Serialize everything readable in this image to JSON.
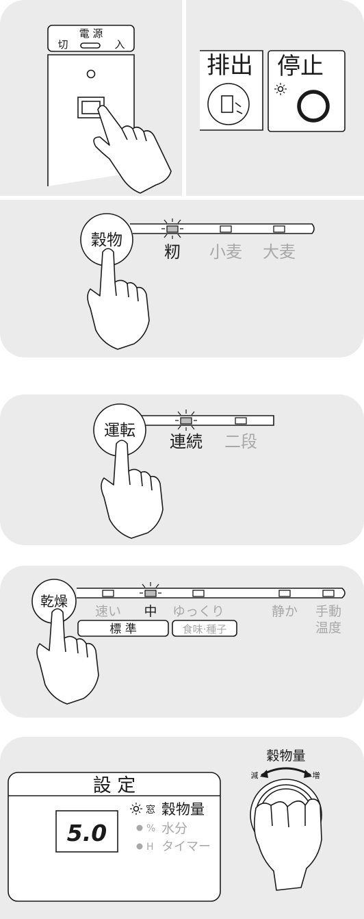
{
  "power": {
    "label_top": "電  源",
    "off_label": "切",
    "on_label": "入"
  },
  "control_buttons": {
    "discharge_label": "排出",
    "stop_label": "停止"
  },
  "grain_panel": {
    "button_label": "穀物",
    "options": [
      "籾",
      "小麦",
      "大麦"
    ],
    "selected": "籾"
  },
  "operation_panel": {
    "button_label": "運転",
    "options": [
      "連続",
      "二段"
    ],
    "selected": "連続"
  },
  "drying_panel": {
    "button_label": "乾燥",
    "options": [
      "速い",
      "中",
      "ゆっくり",
      "静か",
      "手動"
    ],
    "selected": "中",
    "standard_label": "標  準",
    "taste_label": "食味·種子",
    "temperature_label": "温度"
  },
  "setting_panel": {
    "title": "設  定",
    "display_value": "5.0",
    "rows": [
      {
        "unit": "窓",
        "label": "穀物量",
        "active": true
      },
      {
        "unit": "%",
        "label": "水分",
        "active": false
      },
      {
        "unit": "H",
        "label": "タイマー",
        "active": false
      }
    ],
    "dial_label": "穀物量",
    "decrease_label": "減",
    "increase_label": "増"
  }
}
